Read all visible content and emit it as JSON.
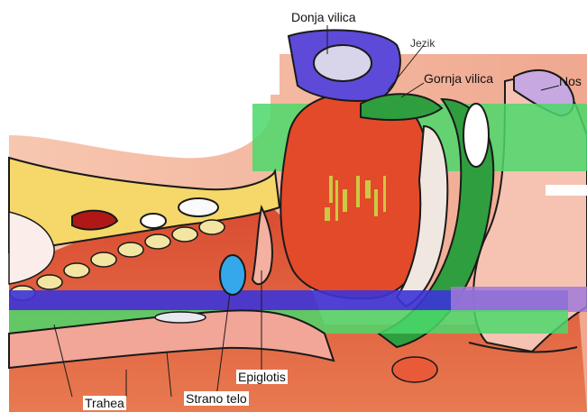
{
  "labels": {
    "donja_vilica": "Donja vilica",
    "jezik": "Jezik",
    "gornja_vilica": "Gornja vilica",
    "nos": "Nos",
    "epiglotis": "Epiglotis",
    "trahea": "Trahea",
    "strano_telo": "Strano telo"
  },
  "colors": {
    "tongue": "#e34a2a",
    "band_green": "#4bd86a",
    "band_blue": "#3c34d8",
    "band_purple": "#8a5ad8",
    "foreign_body": "#35a8ec",
    "trachea_cartilage": "#f3e6a2",
    "tissue_pink": "#f4b3a8",
    "outline": "#1a1a1a"
  }
}
